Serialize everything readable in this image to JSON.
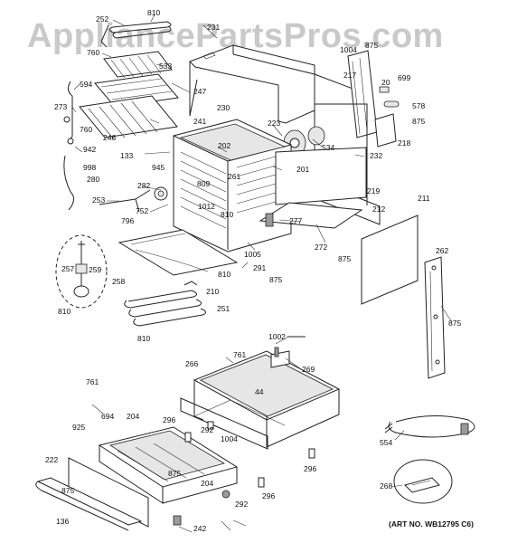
{
  "watermark": "AppliancePartsPros.com",
  "art_number": "(ART NO. WB12795 C6)",
  "part_labels": {
    "p252": "252",
    "p810a": "810",
    "p231": "231",
    "p760a": "760",
    "p533": "533",
    "p1004a": "1004",
    "p875a": "875",
    "p217": "217",
    "p699": "699",
    "p20": "20",
    "p594": "594",
    "p247": "247",
    "p578": "578",
    "p875b": "875",
    "p273": "273",
    "p230": "230",
    "p223": "223",
    "p241": "241",
    "p760b": "760",
    "p246": "246",
    "p534": "534",
    "p218": "218",
    "p942": "942",
    "p202": "202",
    "p232": "232",
    "p133": "133",
    "p998": "998",
    "p945": "945",
    "p201": "201",
    "p280": "280",
    "p261": "261",
    "p219": "219",
    "p282": "282",
    "p809": "809",
    "p211": "211",
    "p253": "253",
    "p752": "752",
    "p1012": "1012",
    "p810b": "810",
    "p212": "212",
    "p796": "796",
    "p277": "277",
    "p272": "272",
    "p1005": "1005",
    "p875c": "875",
    "p291": "291",
    "p262": "262",
    "p257": "257",
    "p259": "259",
    "p810c": "810",
    "p258": "258",
    "p875d": "875",
    "p210": "210",
    "p251": "251",
    "p810d": "810",
    "p875e": "875",
    "p810e": "810",
    "p1002": "1002",
    "p761a": "761",
    "p266": "266",
    "p269": "269",
    "p44": "44",
    "p761b": "761",
    "p694": "694",
    "p204a": "204",
    "p296a": "296",
    "p292a": "292",
    "p1004b": "1004",
    "p925": "925",
    "p222": "222",
    "p875f": "875",
    "p296b": "296",
    "p554": "554",
    "p875g": "875",
    "p204b": "204",
    "p296c": "296",
    "p268": "268",
    "p292b": "292",
    "p136": "136",
    "p242": "242"
  }
}
